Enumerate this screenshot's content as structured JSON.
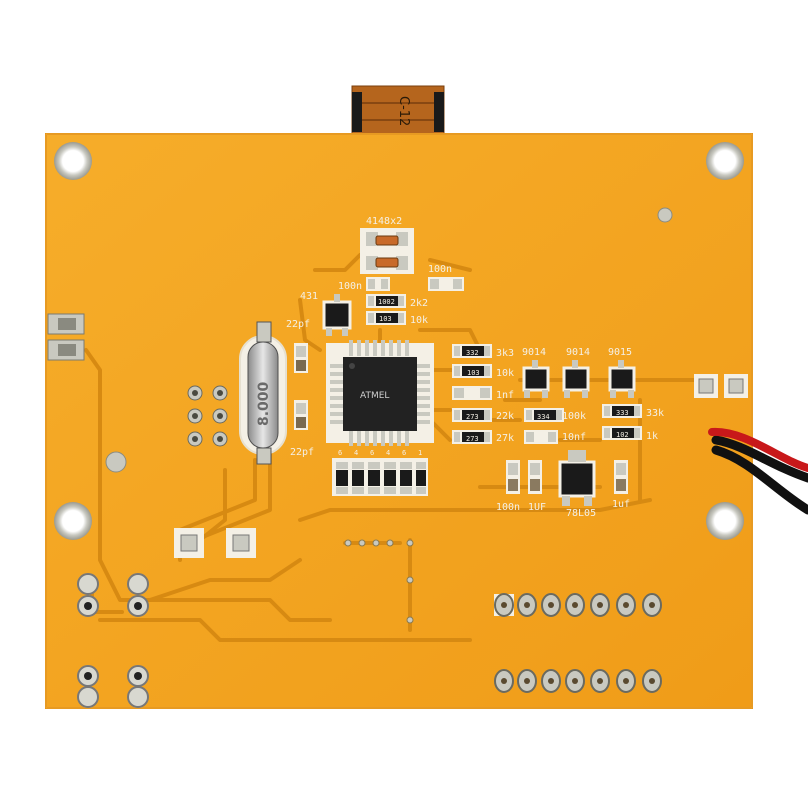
{
  "colors": {
    "board": "#f4a41f",
    "board_edge": "#e08d10",
    "trace": "#d78a12",
    "silkscreen": "#f4f0e6",
    "pad": "#c9c9c0",
    "chip": "#222222",
    "ribbon": "#b5651d",
    "wire_red": "#c8181a",
    "wire_black": "#111111"
  },
  "board": {
    "ribbon_text": "C-12",
    "diode_label": "4148x2",
    "mcu_marking": "ATMEL",
    "crystal_marking": "8.000",
    "regulator_label": "78L05"
  },
  "labels": {
    "cap_100n_top": "100n",
    "cap_100n_left": "100n",
    "res_2k2": "2k2",
    "res_10k_top": "10k",
    "ref_431": "431",
    "cap_22pf_top": "22pf",
    "cap_22pf_bottom": "22pf",
    "res_3k3": "3k3",
    "res_10k_mid": "10k",
    "cap_1nf": "1nf",
    "res_22k": "22k",
    "res_27k": "27k",
    "res_100k": "100k",
    "cap_10nf": "10nf",
    "tr_9014_a": "9014",
    "tr_9014_b": "9014",
    "tr_9015": "9015",
    "res_33k": "33k",
    "res_1k": "1k",
    "cap_100n_bottom": "100n",
    "cap_1uf_left": "1UF",
    "cap_1uf_right": "1uf",
    "smd_codes": [
      "1002",
      "103",
      "332",
      "103",
      "273",
      "273",
      "334",
      "333",
      "102"
    ],
    "pin_digits": [
      "6",
      "4",
      "6",
      "4",
      "6",
      "1"
    ]
  }
}
